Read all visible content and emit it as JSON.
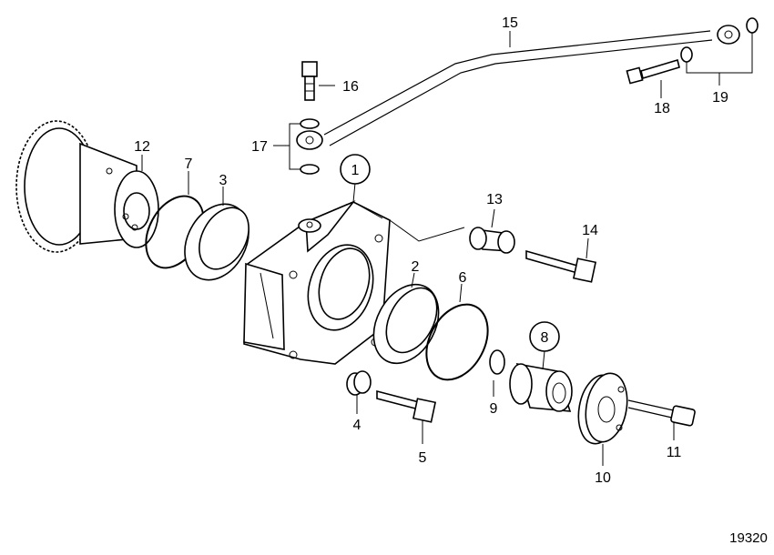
{
  "diagram": {
    "reference_number": "19320",
    "callouts": {
      "c1": "1",
      "c2": "2",
      "c3": "3",
      "c4": "4",
      "c5": "5",
      "c6": "6",
      "c7": "7",
      "c8": "8",
      "c9": "9",
      "c10": "10",
      "c11": "11",
      "c12": "12",
      "c13": "13",
      "c14": "14",
      "c15": "15",
      "c16": "16",
      "c17": "17",
      "c18": "18",
      "c19": "19"
    }
  }
}
